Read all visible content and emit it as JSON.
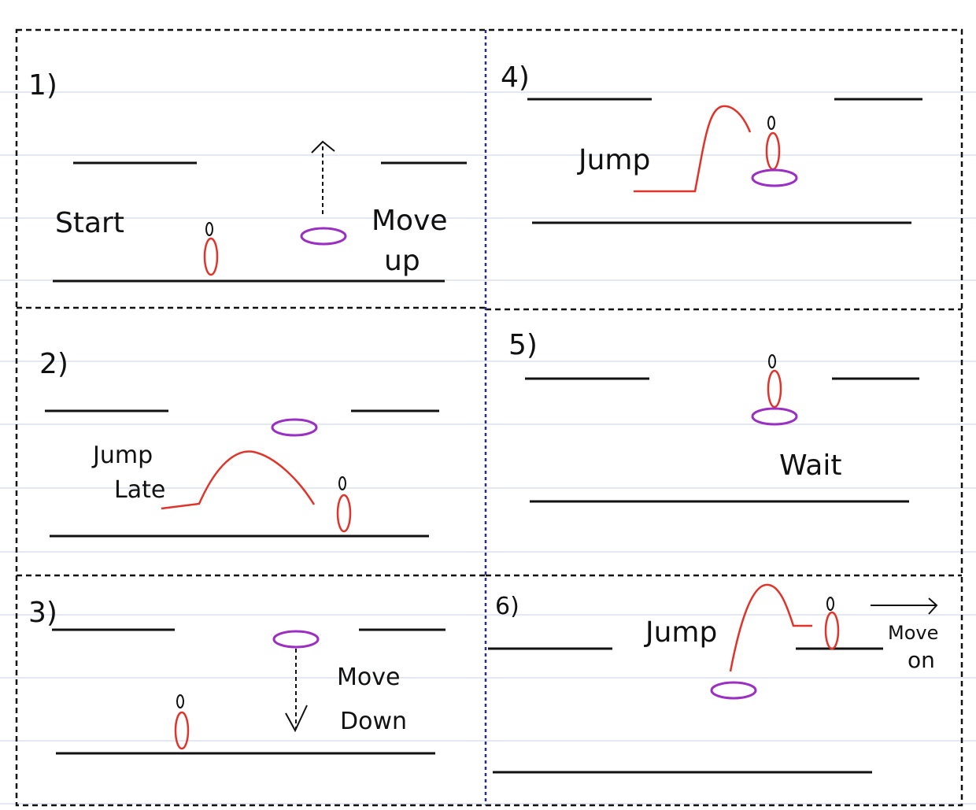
{
  "colors": {
    "ruled_line": "#c9d3e3",
    "border": "#111111",
    "center_divider": "#2a2a8c",
    "platform": "#111111",
    "character": "#e0342a",
    "jump_path": "#e0342a",
    "moving_platform": "#9b2fc4"
  },
  "panels": [
    {
      "id": "1",
      "number": "1)",
      "annotation": [
        "Start",
        "Move up"
      ],
      "annotation_lines": [
        "Start",
        "Move",
        "up"
      ]
    },
    {
      "id": "2",
      "number": "2)",
      "annotation_lines": [
        "Jump",
        "Late"
      ]
    },
    {
      "id": "3",
      "number": "3)",
      "annotation_lines": [
        "Move",
        "Down"
      ]
    },
    {
      "id": "4",
      "number": "4)",
      "annotation_lines": [
        "Jump"
      ]
    },
    {
      "id": "5",
      "number": "5)",
      "annotation_lines": [
        "Wait"
      ]
    },
    {
      "id": "6",
      "number": "6)",
      "annotation_lines": [
        "Jump",
        "Move",
        "on"
      ]
    }
  ]
}
